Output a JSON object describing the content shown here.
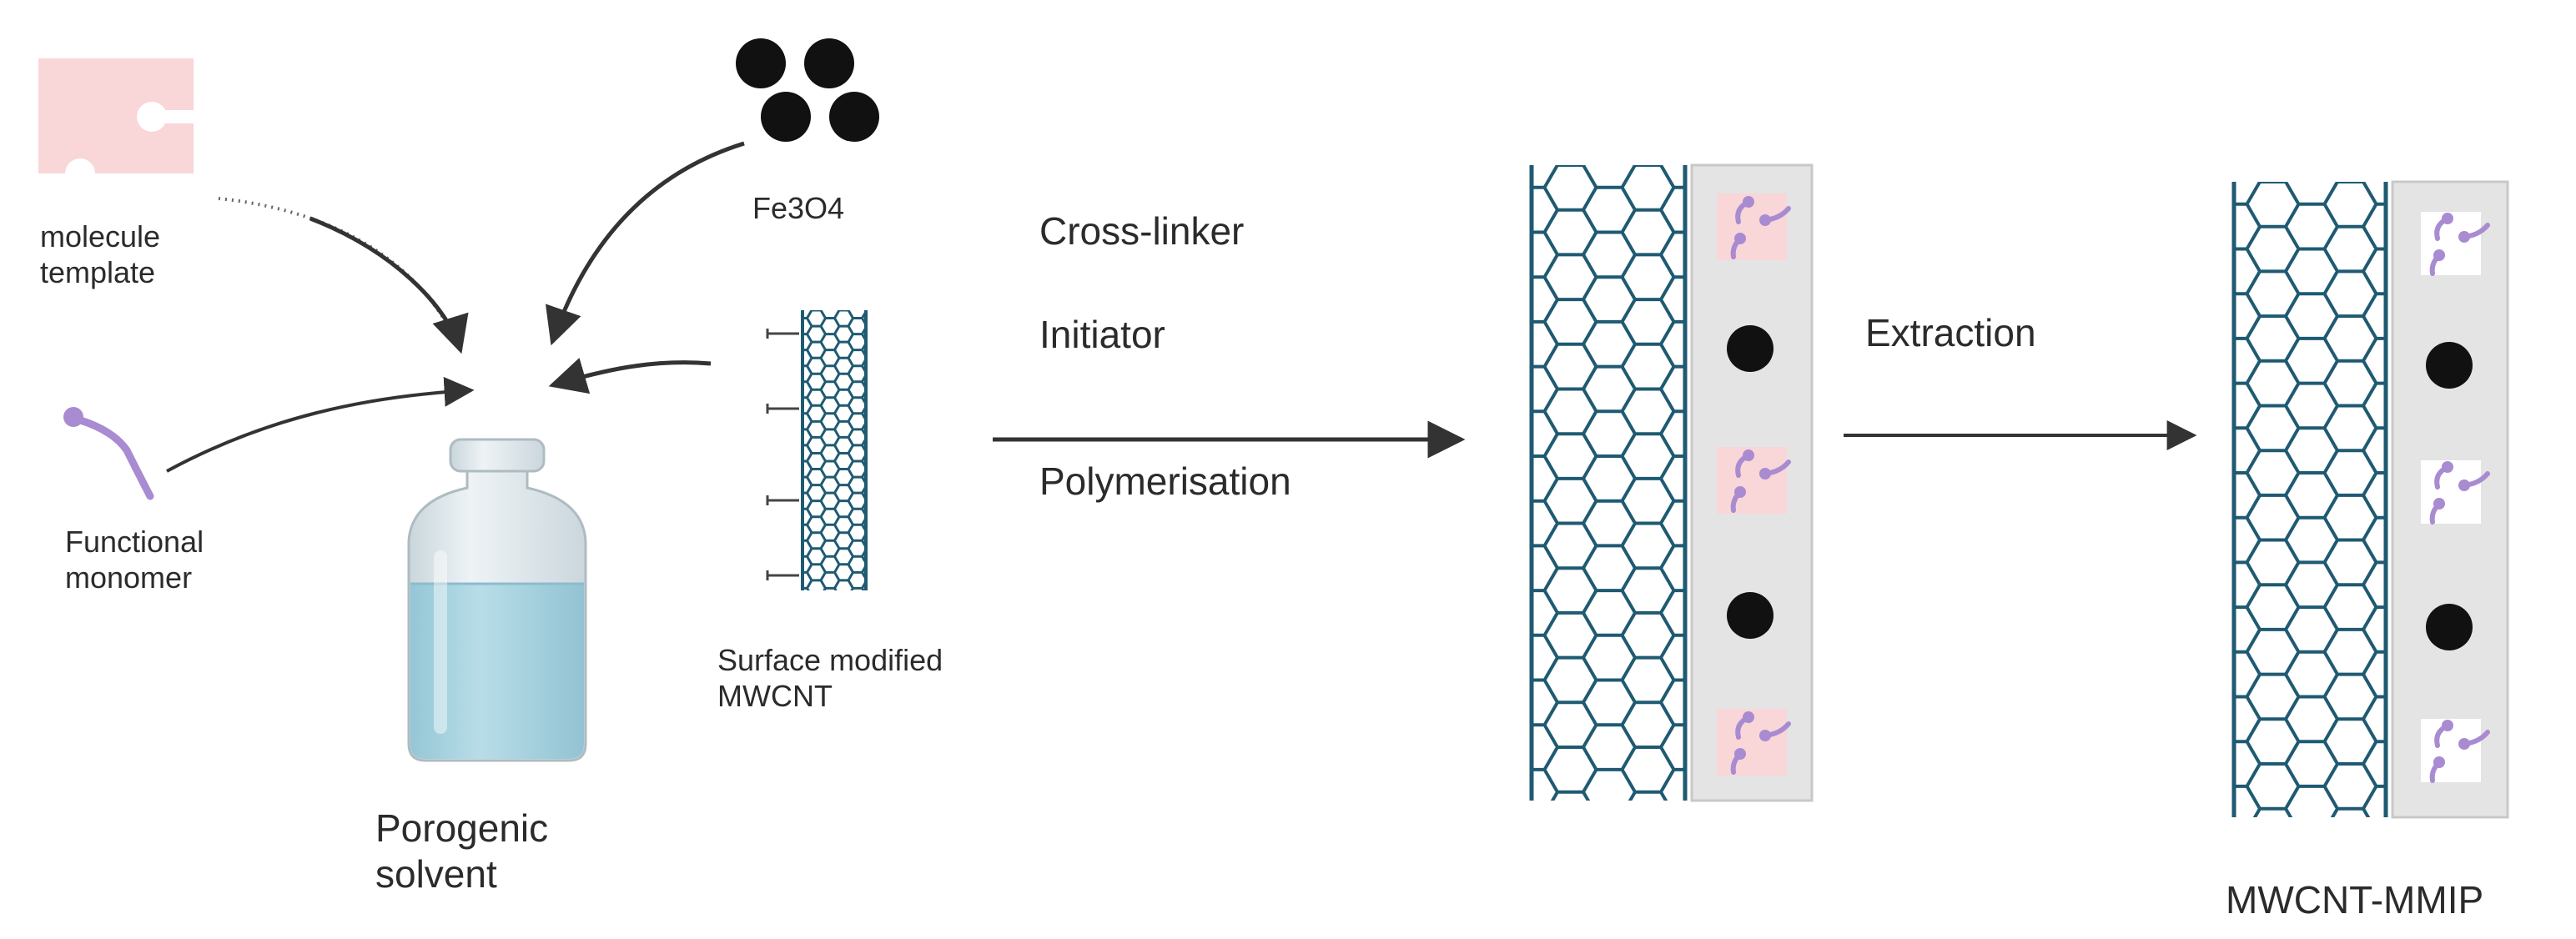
{
  "labels": {
    "molecule_template": [
      "molecule",
      "template"
    ],
    "functional_monomer": [
      "Functional",
      "monomer"
    ],
    "fe3o4": "Fe3O4",
    "surface_modified_mwcnt": [
      "Surface modified",
      "MWCNT"
    ],
    "porogenic_solvent": [
      "Porogenic",
      "solvent"
    ],
    "step1": [
      "Cross-linker",
      "Initiator",
      "Polymerisation"
    ],
    "step2": "Extraction",
    "product": "MWCNT-MMIP"
  },
  "colors": {
    "template": "#f9d6d8",
    "monomer": "#a98bd1",
    "nanoparticle": "#111111",
    "nanotube": "#1f5a72",
    "polymer_layer": "#e4e4e4",
    "liquid": "#a9d3e0",
    "arrow": "#333333",
    "text": "#2b2b2b"
  },
  "icons": {
    "template": "puzzle-template-icon",
    "monomer": "monomer-molecule-icon",
    "nanoparticles": "fe3o4-nanoparticles-icon",
    "nanotube": "nanotube-icon",
    "bottle": "solvent-bottle-icon"
  }
}
